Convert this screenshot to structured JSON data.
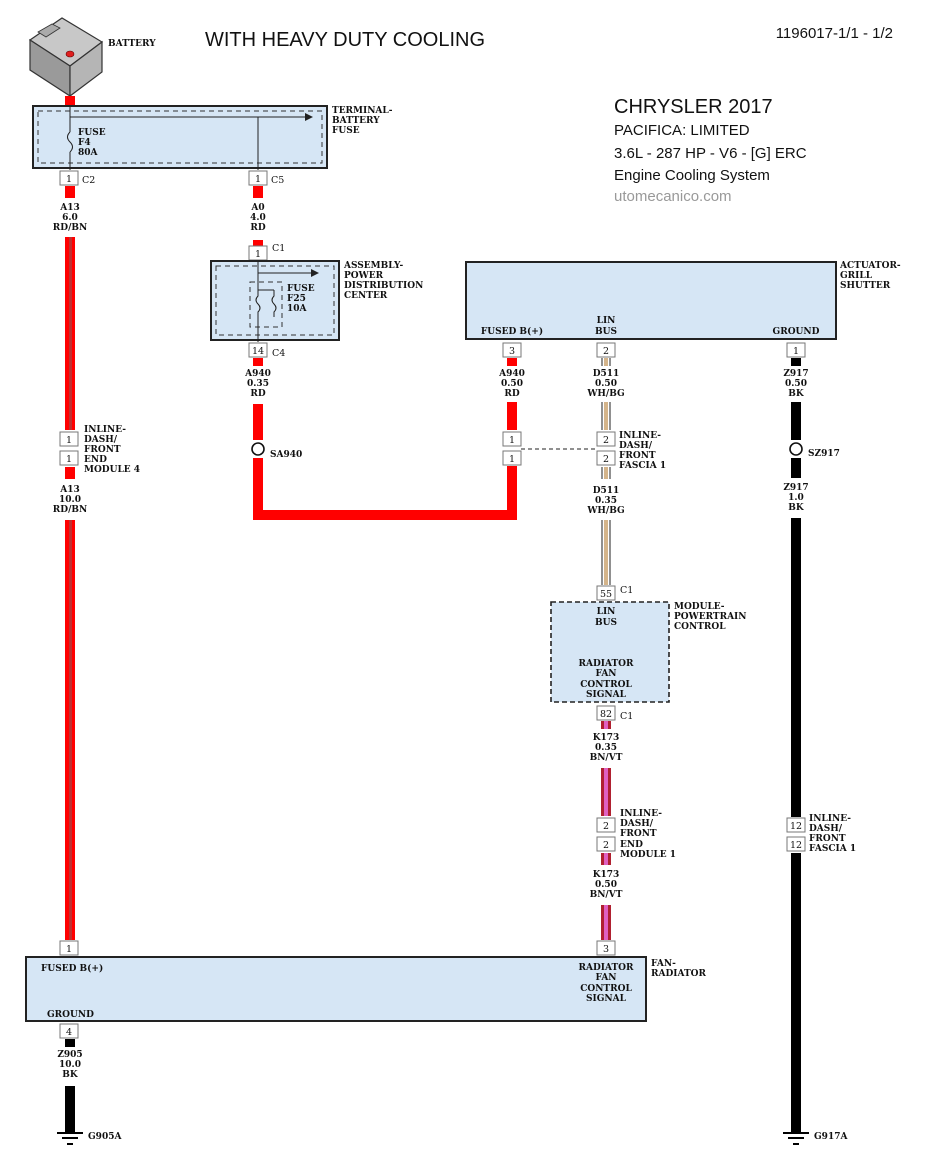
{
  "header": {
    "title": "WITH HEAVY DUTY COOLING",
    "doc_id": "1196017-1/1 - 1/2",
    "make_year": "CHRYSLER 2017",
    "model": "PACIFICA: LIMITED",
    "engine": "3.6L - 287 HP - V6 - [G] ERC",
    "system": "Engine Cooling System",
    "watermark": "utomecanico.com"
  },
  "colors": {
    "red_wire": "#ff0000",
    "black_wire": "#000000",
    "tan_wire": "#d4b48a",
    "pink_wire": "#e060c0",
    "component_fill": "#d6e6f5"
  },
  "components": {
    "battery": {
      "label": "BATTERY"
    },
    "terminal_battery_fuse": {
      "label": [
        "TERMINAL-",
        "BATTERY",
        "FUSE"
      ],
      "fuse": [
        "FUSE",
        "F4",
        "80A"
      ],
      "pin_c2": {
        "pin": "1",
        "connector": "C2"
      },
      "pin_c5": {
        "pin": "1",
        "connector": "C5"
      }
    },
    "pdc": {
      "label": [
        "ASSEMBLY-",
        "POWER",
        "DISTRIBUTION",
        "CENTER"
      ],
      "fuse": [
        "FUSE",
        "F25",
        "10A"
      ],
      "pin_c1": {
        "pin": "1",
        "connector": "C1"
      },
      "pin_c4": {
        "pin": "14",
        "connector": "C4"
      }
    },
    "grill_shutter": {
      "label": [
        "ACTUATOR-",
        "GRILL",
        "SHUTTER"
      ],
      "fused_b": "FUSED B(+)",
      "lin_bus": [
        "LIN",
        "BUS"
      ],
      "ground": "GROUND",
      "pins": [
        "3",
        "2",
        "1"
      ]
    },
    "pcm": {
      "label": [
        "MODULE-",
        "POWERTRAIN",
        "CONTROL"
      ],
      "lin_bus": [
        "LIN",
        "BUS"
      ],
      "signal": [
        "RADIATOR",
        "FAN",
        "CONTROL",
        "SIGNAL"
      ],
      "pin_top": {
        "pin": "55",
        "connector": "C1"
      },
      "pin_bottom": {
        "pin": "82",
        "connector": "C1"
      }
    },
    "fan_radiator": {
      "label": [
        "FAN-",
        "RADIATOR"
      ],
      "fused_b": "FUSED B(+)",
      "ground": "GROUND",
      "signal": [
        "RADIATOR",
        "FAN",
        "CONTROL",
        "SIGNAL"
      ],
      "pins": {
        "fused": "1",
        "signal": "3",
        "ground": "4"
      }
    }
  },
  "inline_connectors": {
    "fem4": {
      "label": [
        "INLINE-",
        "DASH/",
        "FRONT",
        "END",
        "MODULE 4"
      ],
      "pins": [
        "1",
        "1"
      ]
    },
    "ff1_a": {
      "label": [
        "INLINE-",
        "DASH/",
        "FRONT",
        "FASCIA 1"
      ],
      "pins_left": [
        "1",
        "1"
      ],
      "pins_right": [
        "2",
        "2"
      ]
    },
    "fem1": {
      "label": [
        "INLINE-",
        "DASH/",
        "FRONT",
        "END",
        "MODULE 1"
      ],
      "pins": [
        "2",
        "2"
      ]
    },
    "ff1_b": {
      "label": [
        "INLINE-",
        "DASH/",
        "FRONT",
        "FASCIA 1"
      ],
      "pins": [
        "12",
        "12"
      ]
    }
  },
  "splices": {
    "sa940": "SA940",
    "sz917": "SZ917"
  },
  "grounds": {
    "g905a": "G905A",
    "g917a": "G917A"
  },
  "wires": {
    "a13_upper": [
      "A13",
      "6.0",
      "RD/BN"
    ],
    "a0": [
      "A0",
      "4.0",
      "RD"
    ],
    "a940_pdc": [
      "A940",
      "0.35",
      "RD"
    ],
    "a940_shutter": [
      "A940",
      "0.50",
      "RD"
    ],
    "d511_upper": [
      "D511",
      "0.50",
      "WH/BG"
    ],
    "z917_upper": [
      "Z917",
      "0.50",
      "BK"
    ],
    "a13_lower": [
      "A13",
      "10.0",
      "RD/BN"
    ],
    "d511_lower": [
      "D511",
      "0.35",
      "WH/BG"
    ],
    "z917_lower": [
      "Z917",
      "1.0",
      "BK"
    ],
    "k173_upper": [
      "K173",
      "0.35",
      "BN/VT"
    ],
    "k173_lower": [
      "K173",
      "0.50",
      "BN/VT"
    ],
    "z905": [
      "Z905",
      "10.0",
      "BK"
    ]
  }
}
